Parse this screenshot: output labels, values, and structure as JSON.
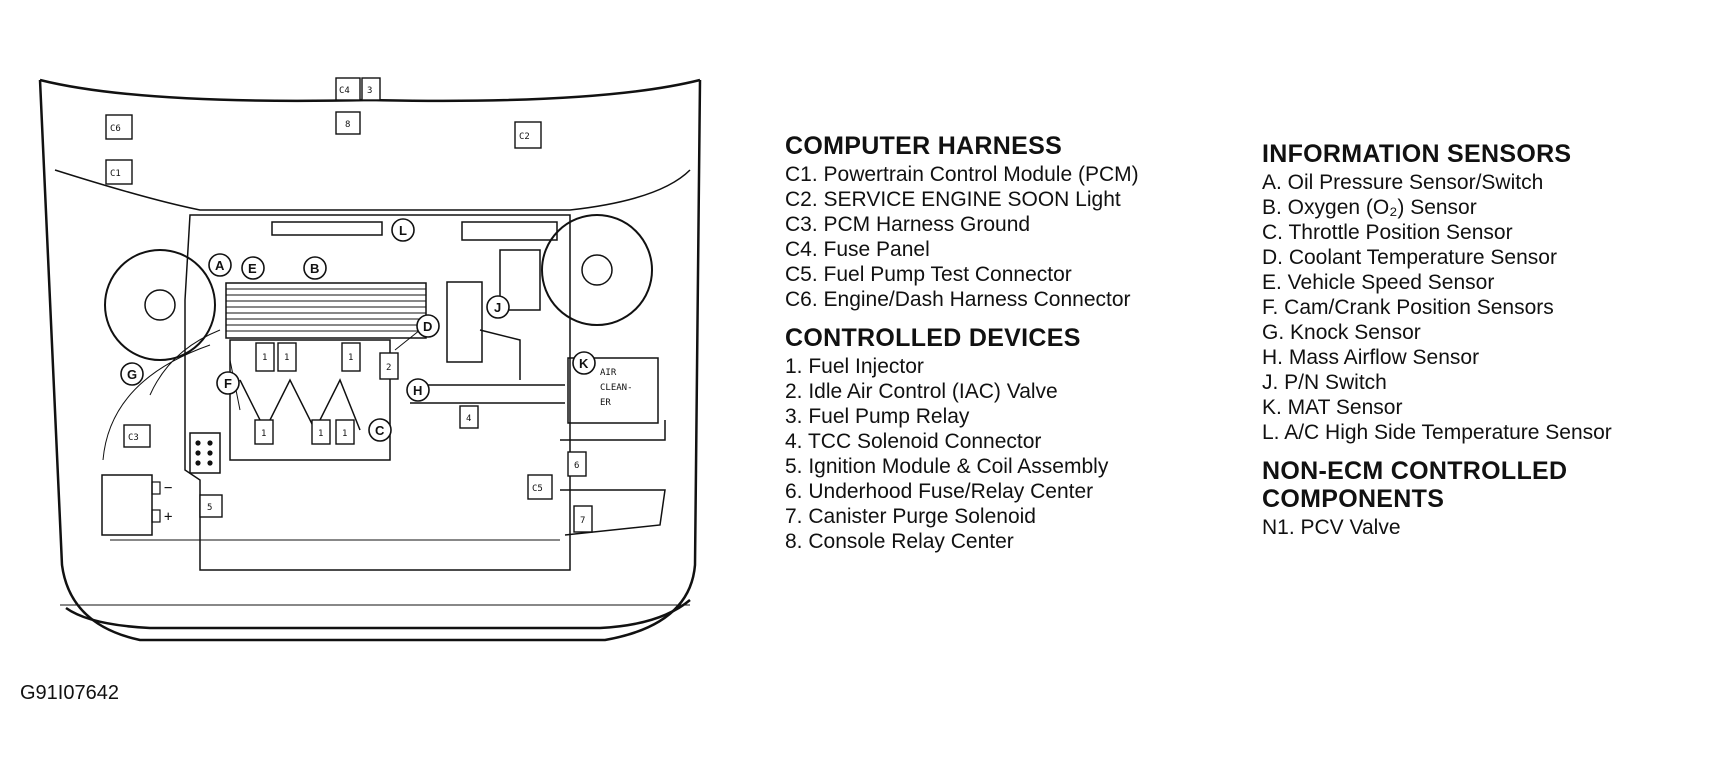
{
  "diagram": {
    "figure_code": "G91I07642",
    "labels": {
      "c1": "C1",
      "c2": "C2",
      "c3": "C3",
      "c4": "C4",
      "c5": "C5",
      "c6": "C6",
      "n1": "1",
      "n2": "2",
      "n3": "3",
      "n4": "4",
      "n5": "5",
      "n6": "6",
      "n7": "7",
      "n8": "8",
      "a": "A",
      "b": "B",
      "c": "C",
      "d": "D",
      "e": "E",
      "f": "F",
      "g": "G",
      "h": "H",
      "j": "J",
      "k": "K",
      "l": "L",
      "air_cleaner_1": "AIR",
      "air_cleaner_2": "CLEAN-",
      "air_cleaner_3": "ER",
      "minus": "−",
      "plus": "+"
    }
  },
  "legend": {
    "computer_harness": {
      "title": "COMPUTER HARNESS",
      "items": [
        "C1. Powertrain Control Module (PCM)",
        "C2. SERVICE ENGINE SOON Light",
        "C3. PCM Harness Ground",
        "C4. Fuse Panel",
        "C5. Fuel Pump Test Connector",
        "C6. Engine/Dash Harness Connector"
      ]
    },
    "controlled_devices": {
      "title": "CONTROLLED DEVICES",
      "items": [
        "1. Fuel Injector",
        "2. Idle Air Control (IAC) Valve",
        "3. Fuel Pump Relay",
        "4. TCC Solenoid Connector",
        "5. Ignition Module & Coil Assembly",
        "6. Underhood Fuse/Relay Center",
        "7. Canister Purge Solenoid",
        "8. Console Relay Center"
      ]
    },
    "information_sensors": {
      "title": "INFORMATION SENSORS",
      "items": [
        "A. Oil Pressure Sensor/Switch",
        "B. Oxygen (O₂) Sensor",
        "C. Throttle Position Sensor",
        "D. Coolant Temperature Sensor",
        "E. Vehicle Speed Sensor",
        "F. Cam/Crank Position Sensors",
        "G. Knock Sensor",
        "H. Mass Airflow Sensor",
        "J. P/N Switch",
        "K. MAT Sensor",
        "L. A/C High Side Temperature Sensor"
      ]
    },
    "non_ecm": {
      "title": "NON-ECM CONTROLLED COMPONENTS",
      "items": [
        "N1. PCV Valve"
      ]
    }
  }
}
